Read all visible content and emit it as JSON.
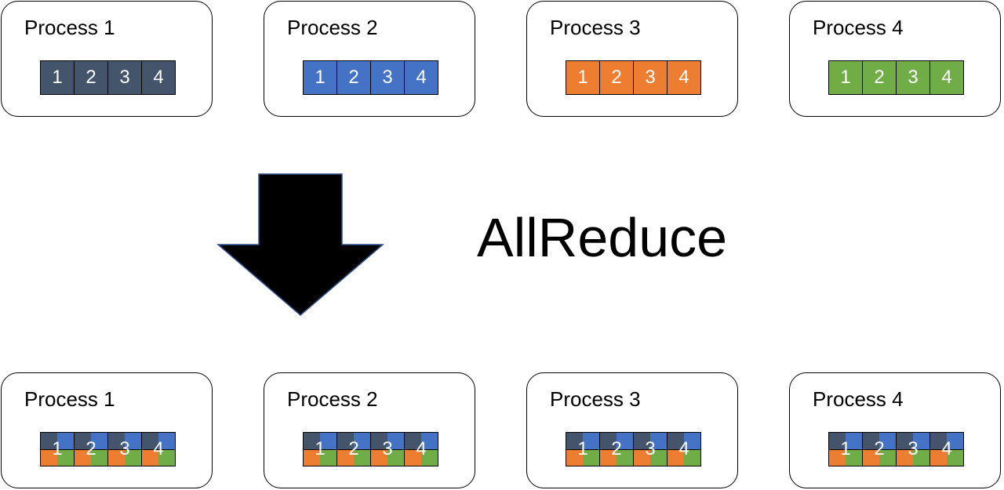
{
  "operation_label": "AllReduce",
  "colors": {
    "process_1": "#44546a",
    "process_2": "#4472c4",
    "process_3": "#ed7d31",
    "process_4": "#70ad47"
  },
  "before": [
    {
      "label": "Process 1",
      "color_key": "process_1",
      "cells": [
        "1",
        "2",
        "3",
        "4"
      ]
    },
    {
      "label": "Process 2",
      "color_key": "process_2",
      "cells": [
        "1",
        "2",
        "3",
        "4"
      ]
    },
    {
      "label": "Process 3",
      "color_key": "process_3",
      "cells": [
        "1",
        "2",
        "3",
        "4"
      ]
    },
    {
      "label": "Process 4",
      "color_key": "process_4",
      "cells": [
        "1",
        "2",
        "3",
        "4"
      ]
    }
  ],
  "after": [
    {
      "label": "Process 1",
      "cells": [
        "1",
        "2",
        "3",
        "4"
      ]
    },
    {
      "label": "Process 2",
      "cells": [
        "1",
        "2",
        "3",
        "4"
      ]
    },
    {
      "label": "Process 3",
      "cells": [
        "1",
        "2",
        "3",
        "4"
      ]
    },
    {
      "label": "Process 4",
      "cells": [
        "1",
        "2",
        "3",
        "4"
      ]
    }
  ],
  "arrow_icon": "down-arrow-icon"
}
